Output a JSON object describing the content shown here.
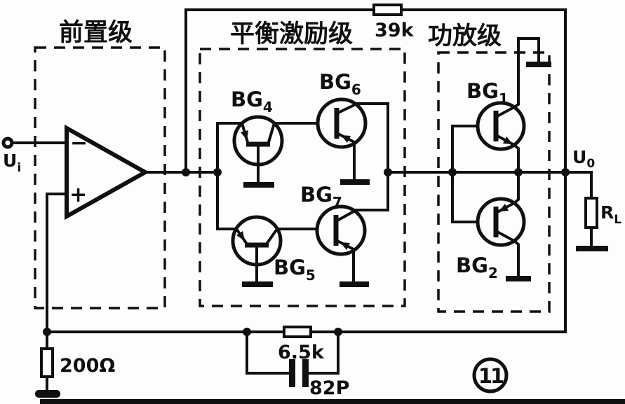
{
  "figure_number": "11",
  "stages": [
    {
      "id": "preamp",
      "label": "前置级"
    },
    {
      "id": "driver",
      "label": "平衡激励级"
    },
    {
      "id": "power",
      "label": "功放级"
    }
  ],
  "opamp": {
    "minus_label": "−",
    "plus_label": "+"
  },
  "ports": {
    "input": {
      "base": "U",
      "sub": "i"
    },
    "output": {
      "base": "U",
      "sub": "0"
    }
  },
  "components": {
    "r_top_feedback": "39k",
    "r_bottom_feedback": "6.5k",
    "c_bottom_feedback": "82P",
    "r_emitter": "200Ω",
    "r_load": {
      "base": "R",
      "sub": "L"
    }
  },
  "transistors": {
    "bg1": {
      "base": "BG",
      "sub": "1"
    },
    "bg2": {
      "base": "BG",
      "sub": "2"
    },
    "bg4": {
      "base": "BG",
      "sub": "4"
    },
    "bg5": {
      "base": "BG",
      "sub": "5"
    },
    "bg6": {
      "base": "BG",
      "sub": "6"
    },
    "bg7": {
      "base": "BG",
      "sub": "7"
    }
  }
}
